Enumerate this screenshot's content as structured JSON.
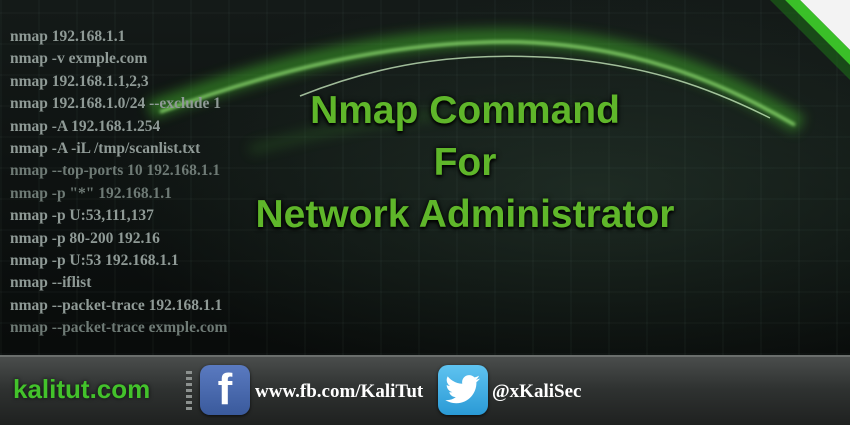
{
  "commands": [
    "nmap 192.168.1.1",
    "nmap -v exmple.com",
    "nmap 192.168.1.1,2,3",
    "nmap 192.168.1.0/24 --exclude 1",
    "nmap -A 192.168.1.254",
    "nmap -A -iL /tmp/scanlist.txt",
    "nmap --top-ports 10 192.168.1.1",
    "nmap -p \"*\" 192.168.1.1",
    "nmap -p U:53,111,137",
    "nmap -p 80-200 192.16",
    "nmap -p U:53 192.168.1.1",
    "nmap --iflist",
    "nmap --packet-trace 192.168.1.1",
    "nmap --packet-trace exmple.com"
  ],
  "headline": {
    "line1": "Nmap Command",
    "line2": "For",
    "line3": "Network Administrator"
  },
  "footer": {
    "site": "kalitut.com",
    "facebook_icon_glyph": "f",
    "facebook": "www.fb.com/KaliTut",
    "twitter": "@xKaliSec"
  },
  "colors": {
    "headline": "#5fb62a",
    "site": "#43c22b",
    "facebook": "#3b5998",
    "twitter": "#2a9ad6"
  }
}
